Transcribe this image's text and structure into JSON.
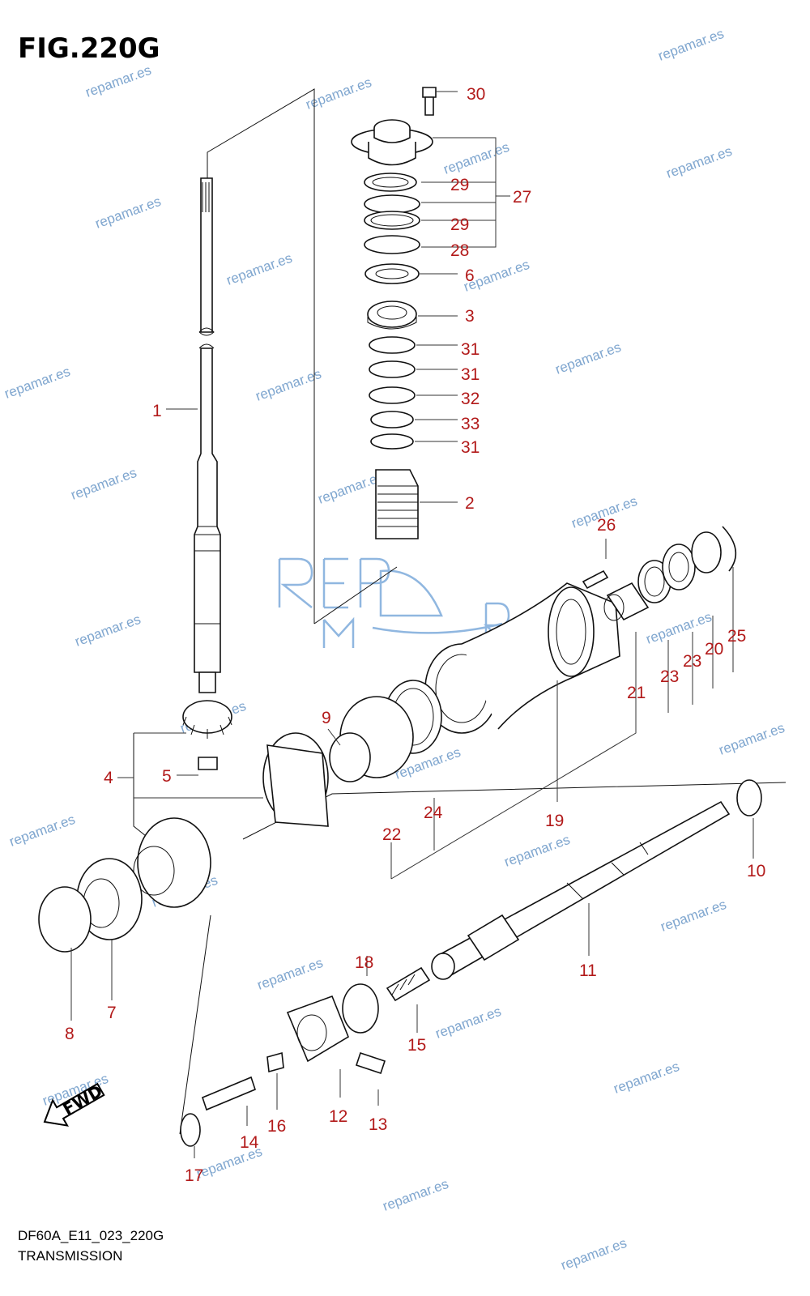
{
  "figure_title": "FIG.220G",
  "footer": {
    "code": "DF60A_E11_023_220G",
    "name": "TRANSMISSION"
  },
  "callouts": {
    "c1": "1",
    "c2": "2",
    "c3": "3",
    "c4": "4",
    "c5": "5",
    "c6": "6",
    "c7": "7",
    "c8": "8",
    "c9": "9",
    "c10": "10",
    "c11": "11",
    "c12": "12",
    "c13": "13",
    "c14": "14",
    "c15": "15",
    "c16": "16",
    "c17": "17",
    "c18": "18",
    "c19": "19",
    "c20": "20",
    "c21": "21",
    "c22": "22",
    "c23a": "23",
    "c23b": "23",
    "c24": "24",
    "c25": "25",
    "c26": "26",
    "c27": "27",
    "c28": "28",
    "c29a": "29",
    "c29b": "29",
    "c30": "30",
    "c31a": "31",
    "c31b": "31",
    "c31c": "31",
    "c32": "32",
    "c33": "33"
  },
  "watermark": "repamar.es",
  "fwd_label": "FWD",
  "colors": {
    "callout": "#b21a1a",
    "watermark": "#7fa6cf",
    "line": "#111111"
  }
}
